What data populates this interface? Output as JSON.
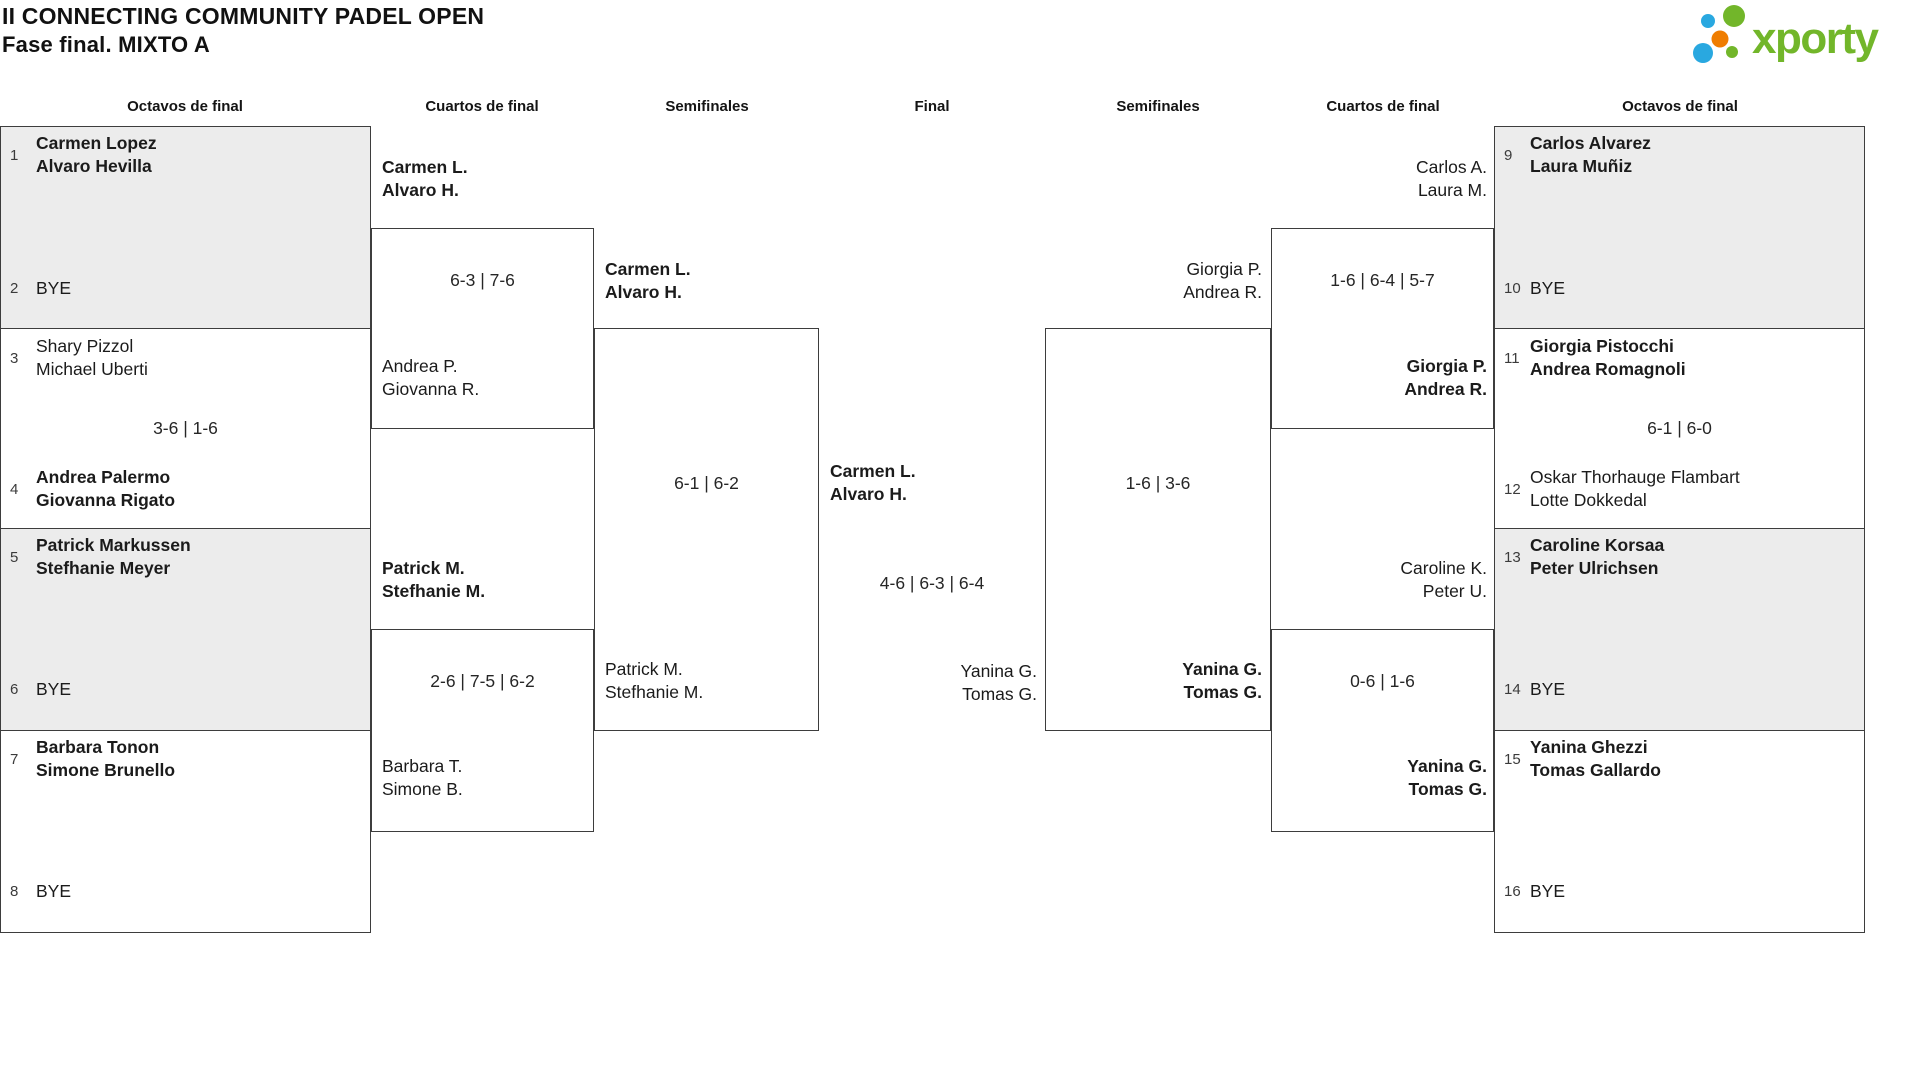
{
  "title": {
    "line1": "II CONNECTING COMMUNITY PADEL OPEN",
    "line2": "Fase final. MIXTO A"
  },
  "brand": {
    "name": "xporty"
  },
  "round_headers": {
    "r16_left": "Octavos de final",
    "qf_left": "Cuartos de final",
    "sf_left": "Semifinales",
    "final": "Final",
    "sf_right": "Semifinales",
    "qf_right": "Cuartos de final",
    "r16_right": "Octavos de final"
  },
  "colors": {
    "shaded_box": "#ececec",
    "box_border": "#3d3d3d",
    "logo_green": "#72b62a",
    "logo_blue": "#29a8e0",
    "logo_orange": "#ef7d00"
  },
  "seeds": {
    "s1": {
      "n": "1",
      "p1": "Carmen Lopez",
      "p2": "Alvaro Hevilla"
    },
    "s2": {
      "n": "2",
      "p1": "BYE"
    },
    "s3": {
      "n": "3",
      "p1": "Shary Pizzol",
      "p2": "Michael Uberti"
    },
    "s4": {
      "n": "4",
      "p1": "Andrea Palermo",
      "p2": "Giovanna Rigato"
    },
    "s5": {
      "n": "5",
      "p1": "Patrick Markussen",
      "p2": "Stefhanie Meyer"
    },
    "s6": {
      "n": "6",
      "p1": "BYE"
    },
    "s7": {
      "n": "7",
      "p1": "Barbara Tonon",
      "p2": "Simone Brunello"
    },
    "s8": {
      "n": "8",
      "p1": "BYE"
    },
    "s9": {
      "n": "9",
      "p1": "Carlos Alvarez",
      "p2": "Laura Muñiz"
    },
    "s10": {
      "n": "10",
      "p1": "BYE"
    },
    "s11": {
      "n": "11",
      "p1": "Giorgia Pistocchi",
      "p2": "Andrea Romagnoli"
    },
    "s12": {
      "n": "12",
      "p1": "Oskar Thorhauge Flambart",
      "p2": "Lotte Dokkedal"
    },
    "s13": {
      "n": "13",
      "p1": "Caroline Korsaa",
      "p2": "Peter Ulrichsen"
    },
    "s14": {
      "n": "14",
      "p1": "BYE"
    },
    "s15": {
      "n": "15",
      "p1": "Yanina Ghezzi",
      "p2": "Tomas Gallardo"
    },
    "s16": {
      "n": "16",
      "p1": "BYE"
    }
  },
  "labels": {
    "carmen": [
      "Carmen L.",
      "Alvaro H."
    ],
    "andrea": [
      "Andrea P.",
      "Giovanna R."
    ],
    "patrick": [
      "Patrick M.",
      "Stefhanie M."
    ],
    "barbara": [
      "Barbara T.",
      "Simone B."
    ],
    "carlos": [
      "Carlos A.",
      "Laura M."
    ],
    "giorgia": [
      "Giorgia P.",
      "Andrea R."
    ],
    "caroline": [
      "Caroline K.",
      "Peter U."
    ],
    "yanina": [
      "Yanina G.",
      "Tomas G."
    ]
  },
  "scores": {
    "o_3_4": "3-6 | 1-6",
    "o_11_12": "6-1 | 6-0",
    "qf1": "6-3 | 7-6",
    "qf2": "2-6 | 7-5 | 6-2",
    "qf3": "1-6 | 6-4 | 5-7",
    "qf4": "0-6 | 1-6",
    "sf1": "6-1 | 6-2",
    "sf2": "1-6 | 3-6",
    "final": "4-6 | 6-3 | 6-4"
  }
}
